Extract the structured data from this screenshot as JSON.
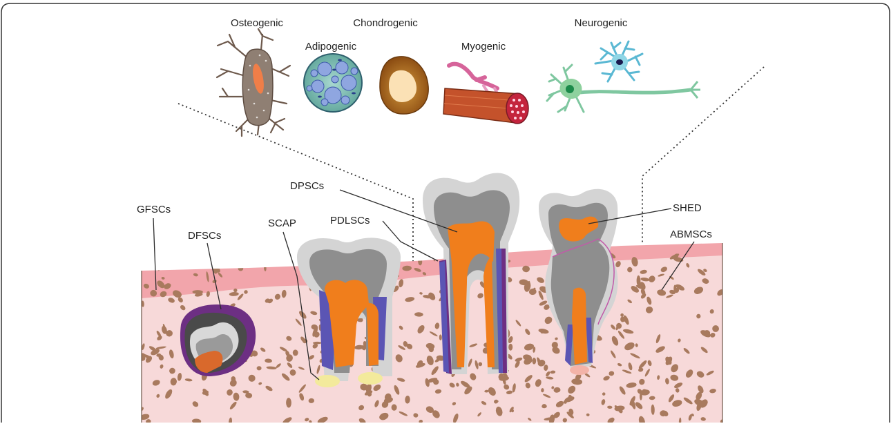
{
  "lineages": [
    {
      "key": "osteogenic",
      "label": "Osteogenic"
    },
    {
      "key": "adipogenic",
      "label": "Adipogenic"
    },
    {
      "key": "chondrogenic",
      "label": "Chondrogenic"
    },
    {
      "key": "myogenic",
      "label": "Myogenic"
    },
    {
      "key": "neurogenic",
      "label": "Neurogenic"
    }
  ],
  "stem_cells": [
    {
      "key": "gfscs",
      "label": "GFSCs"
    },
    {
      "key": "dfscs",
      "label": "DFSCs"
    },
    {
      "key": "scap",
      "label": "SCAP"
    },
    {
      "key": "pdlscs",
      "label": "PDLSCs"
    },
    {
      "key": "dpscs",
      "label": "DPSCs"
    },
    {
      "key": "shed",
      "label": "SHED"
    },
    {
      "key": "abmscs",
      "label": "ABMSCs"
    }
  ],
  "colors": {
    "bone_bg": "#f7d9d9",
    "bone_speckle": "#a87a5e",
    "gingiva": "#f2a5ab",
    "enamel": "#d2d2d2",
    "dentin": "#8e8e8e",
    "pulp": "#f07e1c",
    "pdl": "#5b55b4",
    "apical_papilla": "#f3ea9c",
    "follicle": "#6d2f83"
  }
}
